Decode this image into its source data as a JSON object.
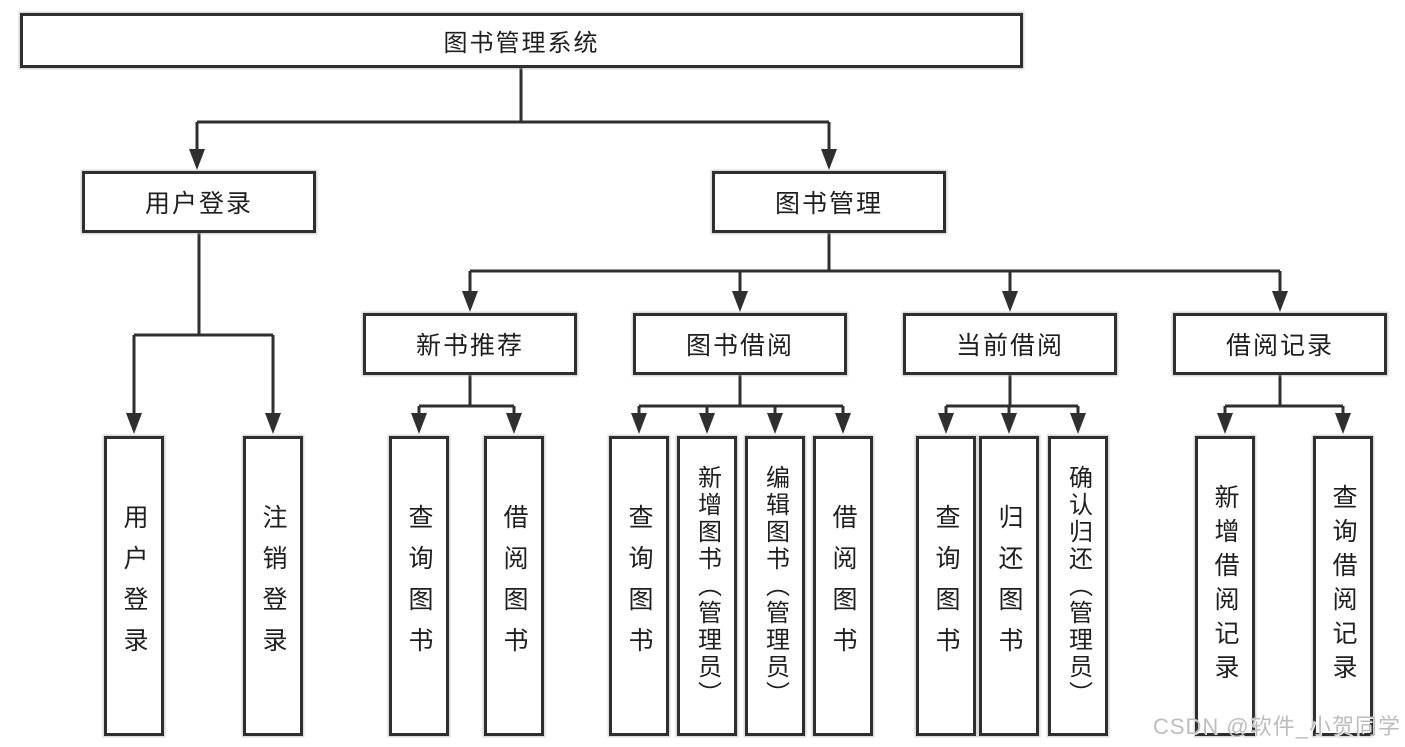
{
  "diagram": {
    "title": "图书管理系统",
    "level2": {
      "user_login": "用户登录",
      "book_mgmt": "图书管理"
    },
    "level3": {
      "new_books": "新书推荐",
      "borrow": "图书借阅",
      "current": "当前借阅",
      "records": "借阅记录"
    },
    "leaves": {
      "user_login_leaf": "用户登录",
      "logout": "注销登录",
      "nb_query": "查询图书",
      "nb_borrow": "借阅图书",
      "bb_query": "查询图书",
      "bb_add": "新增图书（管理员）",
      "bb_edit": "编辑图书（管理员）",
      "bb_borrow": "借阅图书",
      "cb_query": "查询图书",
      "cb_return": "归还图书",
      "cb_confirm": "确认归还（管理员）",
      "rec_add": "新增借阅记录",
      "rec_query": "查询借阅记录"
    }
  },
  "watermark": "CSDN @软件_小贺同学",
  "colors": {
    "line": "#2f2f2f",
    "text": "#1f1f1f",
    "watermark": "#bdbdbd"
  }
}
